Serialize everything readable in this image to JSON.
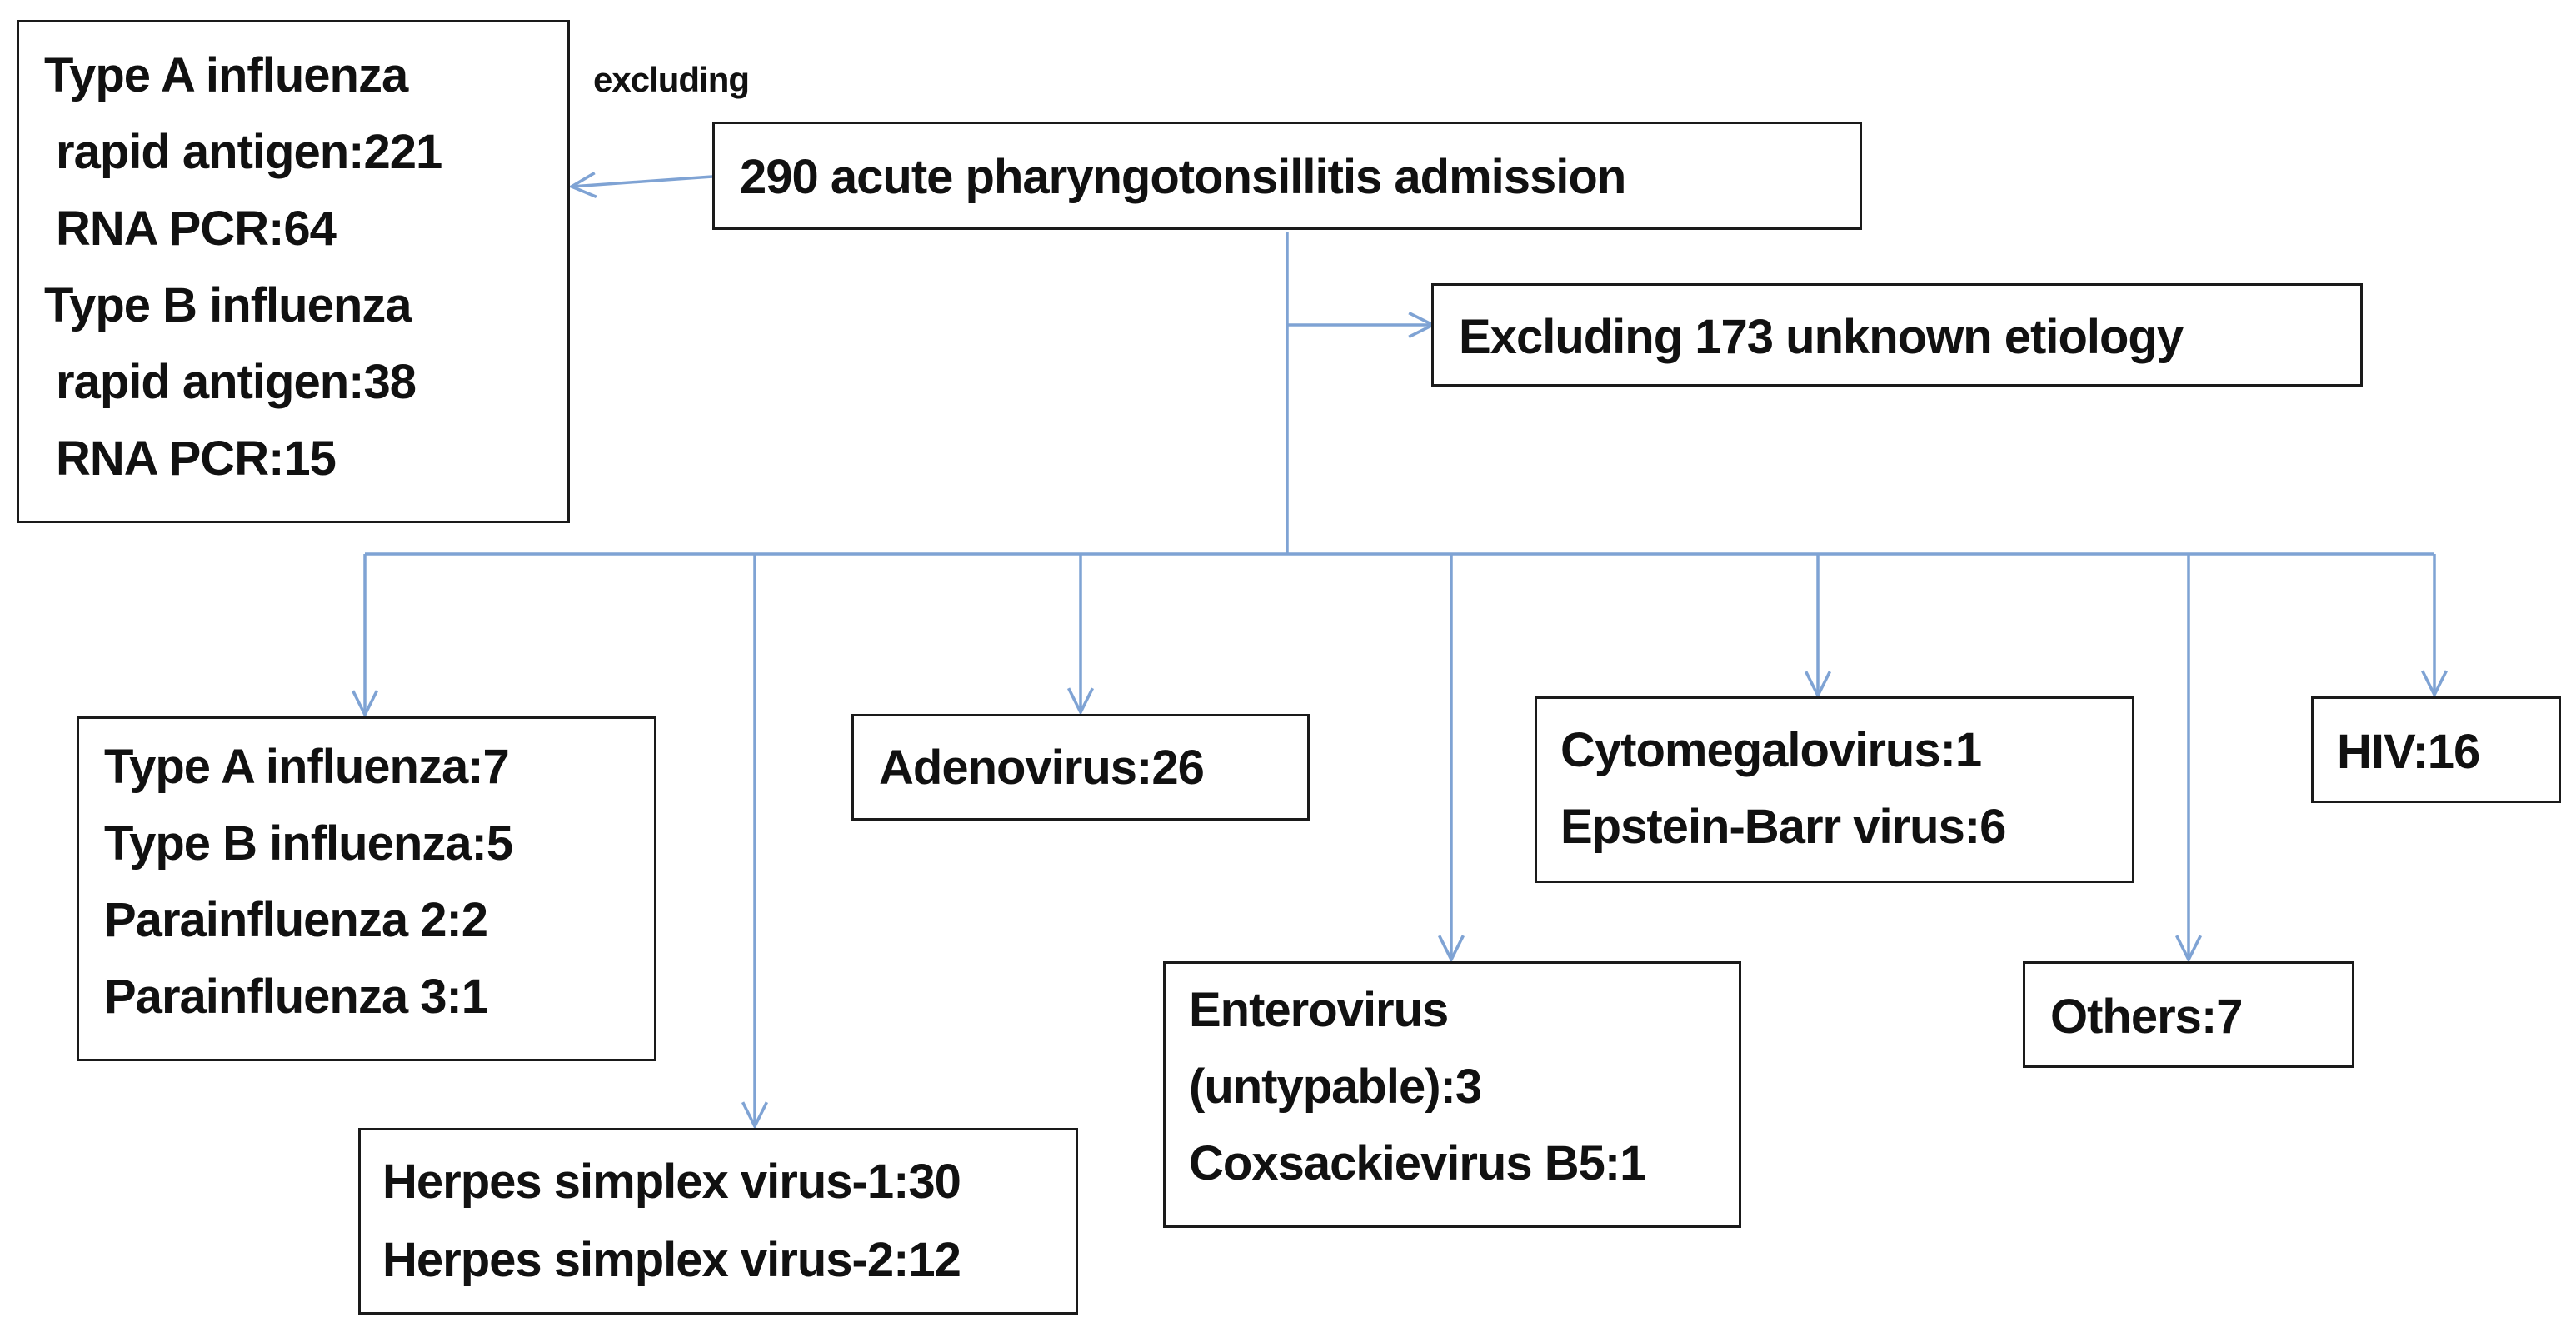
{
  "colors": {
    "connector": "#7FA3D4",
    "border": "#1A1A1A",
    "text": "#111111",
    "background": "#FFFFFF"
  },
  "nodes": {
    "root": {
      "lines": [
        "290 acute pharyngotonsillitis admission"
      ]
    },
    "excluded_influenza": {
      "lines": [
        "Type A influenza",
        "rapid antigen:221",
        "RNA PCR:64",
        "Type B influenza",
        "rapid antigen:38",
        "RNA PCR:15"
      ]
    },
    "excluding_label": "excluding",
    "unknown": {
      "lines": [
        "Excluding 173 unknown etiology"
      ]
    },
    "respiratory": {
      "lines": [
        "Type A influenza:7",
        "Type B influenza:5",
        "Parainfluenza 2:2",
        "Parainfluenza 3:1"
      ]
    },
    "herpes": {
      "lines": [
        "Herpes simplex virus-1:30",
        "Herpes simplex virus-2:12"
      ]
    },
    "adenovirus": {
      "lines": [
        "Adenovirus:26"
      ]
    },
    "enterovirus": {
      "lines": [
        "Enterovirus",
        "(untypable):3",
        "Coxsackievirus B5:1"
      ]
    },
    "cmv_ebv": {
      "lines": [
        "Cytomegalovirus:1",
        "Epstein-Barr virus:6"
      ]
    },
    "others": {
      "lines": [
        "Others:7"
      ]
    },
    "hiv": {
      "lines": [
        "HIV:16"
      ]
    }
  }
}
